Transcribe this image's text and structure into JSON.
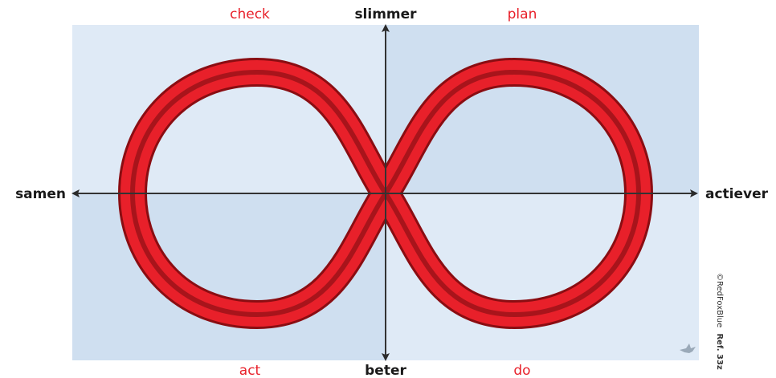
{
  "axes": {
    "top": "slimmer",
    "bottom": "beter",
    "left": "samen",
    "right": "actiever"
  },
  "phases": {
    "top_left": "check",
    "top_right": "plan",
    "bottom_left": "act",
    "bottom_right": "do"
  },
  "credit": {
    "owner": "©RedFoxBlue",
    "ref": "Ref. 33z"
  },
  "colors": {
    "quadrant_light": "#dfeaf6",
    "quadrant_dark": "#cfdff0",
    "loop_red": "#e8202a",
    "loop_dark": "#9e1016",
    "axis": "#333333",
    "phase_text": "#e8202a"
  },
  "icons": {
    "logo": "fox-logo-icon"
  }
}
